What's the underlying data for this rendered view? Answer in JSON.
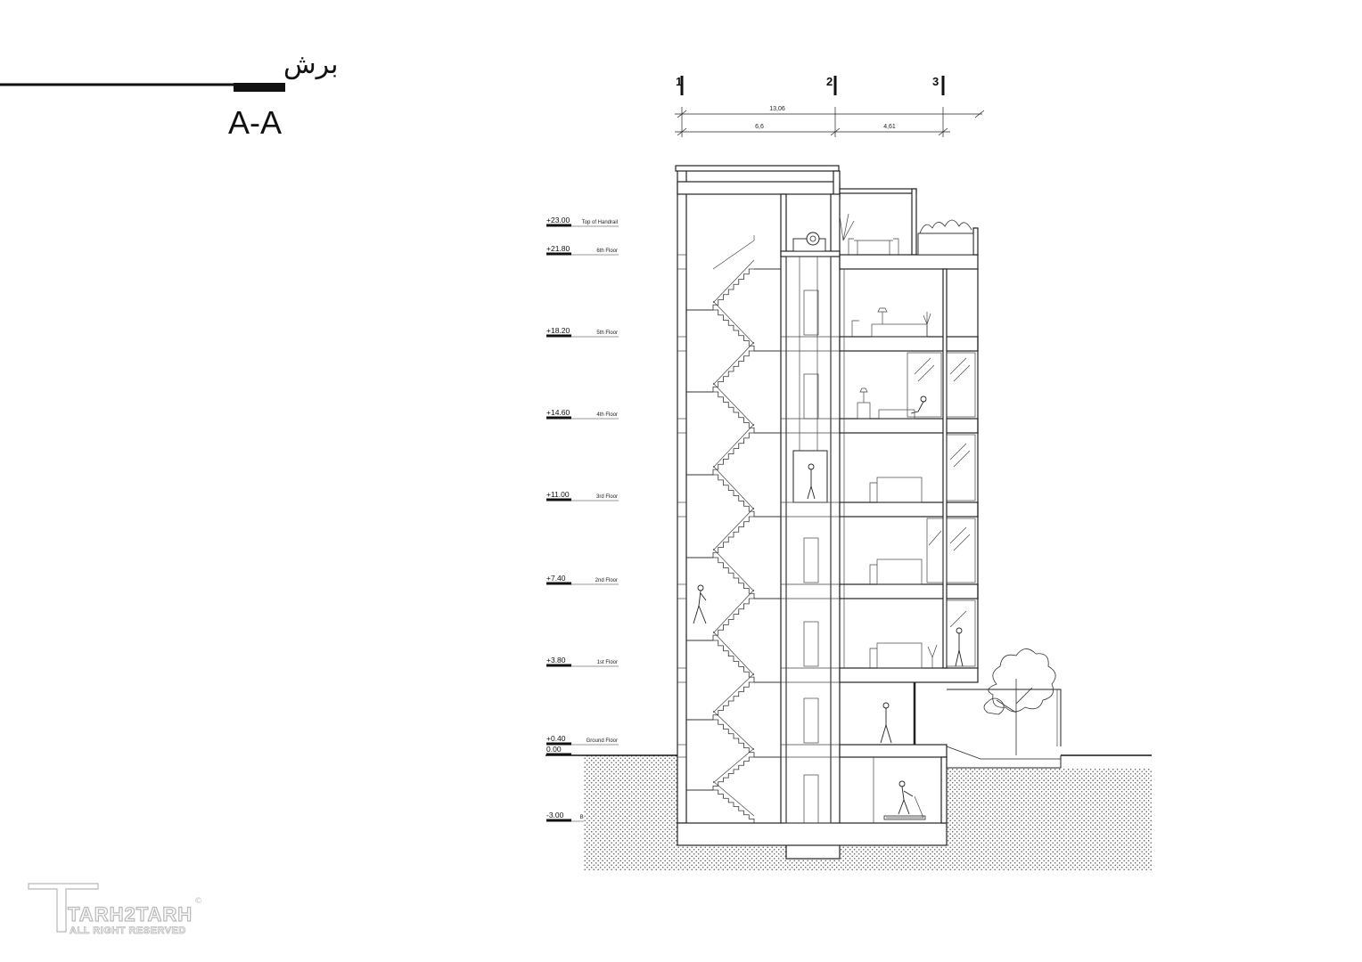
{
  "title": {
    "persian": "برش",
    "section": "A-A"
  },
  "grid_axes": [
    {
      "label": "1"
    },
    {
      "label": "2"
    },
    {
      "label": "3"
    }
  ],
  "dimensions": {
    "overall": "13,06",
    "bay_1": "6,6",
    "bay_2": "4,61"
  },
  "levels": [
    {
      "value": "+23.00",
      "name": "Top of Handrail"
    },
    {
      "value": "+21.80",
      "name": "6th Floor"
    },
    {
      "value": "+18.20",
      "name": "5th Floor"
    },
    {
      "value": "+14.60",
      "name": "4th Floor"
    },
    {
      "value": "+11.00",
      "name": "3rd Floor"
    },
    {
      "value": "+7.40",
      "name": "2nd Floor"
    },
    {
      "value": "+3.80",
      "name": "1st Floor"
    },
    {
      "value": "+0.40",
      "name": "Ground Floor"
    },
    {
      "value": "0.00",
      "name": ""
    },
    {
      "value": "-3.00",
      "name": "Basement Floor"
    }
  ],
  "watermark": {
    "brand": "TARH2TARH",
    "rights": "ALL RIGHT RESERVED",
    "symbol": "©"
  },
  "icons": [
    "elevator-machine-icon",
    "person-figure-icon",
    "tree-icon",
    "plant-icon",
    "treadmill-icon"
  ],
  "colors": {
    "line": "#222222",
    "ground_hatch": "#555555",
    "watermark": "#b8b8b8",
    "background": "#ffffff"
  }
}
